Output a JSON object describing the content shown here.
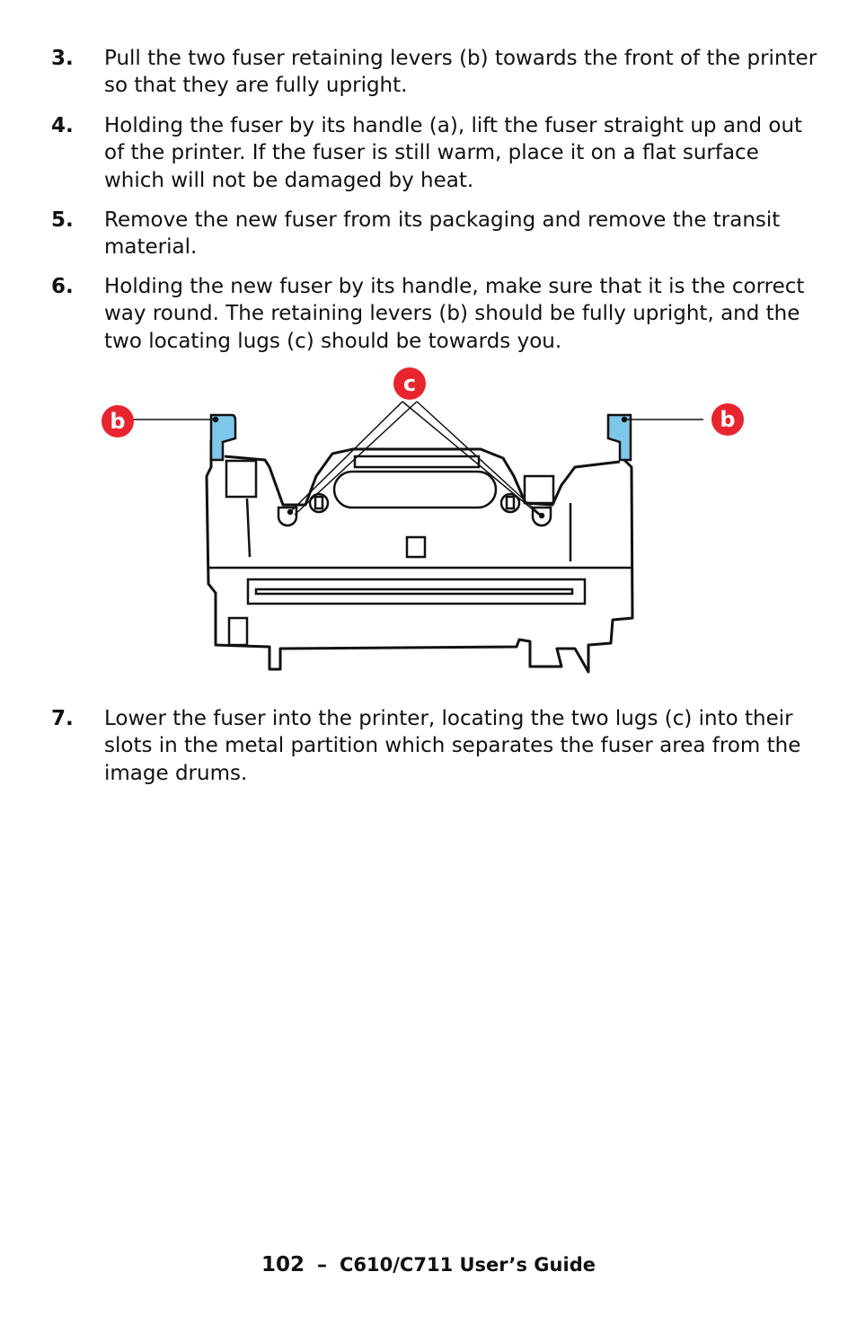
{
  "steps": [
    {
      "num": "3.",
      "text": "Pull the two fuser retaining levers (b) towards the front of the printer so that they are fully upright."
    },
    {
      "num": "4.",
      "text": "Holding the fuser by its handle (a), lift the fuser straight up and out of the printer. If the fuser is still warm, place it on a flat surface which will not be damaged by heat."
    },
    {
      "num": "5.",
      "text": "Remove the new fuser from its packaging and remove the transit material."
    },
    {
      "num": "6.",
      "text": "Holding the new fuser by its handle, make sure that it is the correct way round. The retaining levers (b) should be fully upright, and the two locating lugs (c) should be towards you."
    },
    {
      "num": "7.",
      "text": "Lower the fuser into the printer, locating the two lugs (c) into their slots in the metal partition which separates the fuser area from the image drums."
    }
  ],
  "figure": {
    "callouts": {
      "lever_left": "b",
      "lever_right": "b",
      "lugs": "c"
    },
    "colors": {
      "callout": "#e8242f",
      "lever": "#7cc7ea",
      "outline": "#111111"
    }
  },
  "footer": {
    "page_number": "102",
    "separator": "–",
    "title": "C610/C711 User’s Guide"
  }
}
